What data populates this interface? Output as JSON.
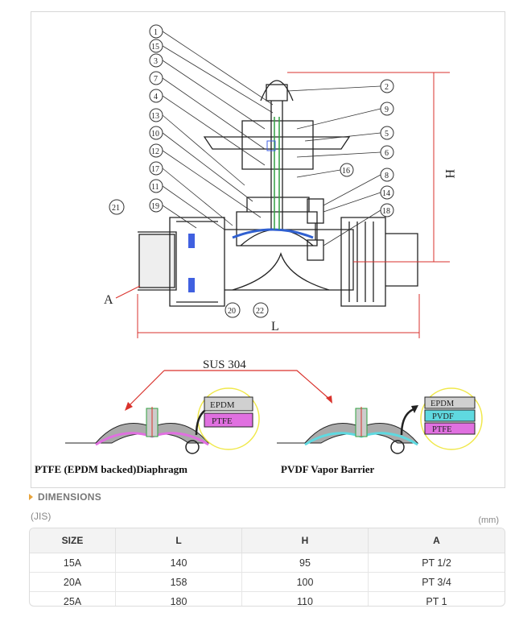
{
  "figure": {
    "part_numbers": [
      "1",
      "15",
      "3",
      "7",
      "4",
      "13",
      "10",
      "12",
      "17",
      "11",
      "19",
      "21",
      "2",
      "9",
      "5",
      "6",
      "16",
      "8",
      "14",
      "18",
      "20",
      "22"
    ],
    "dimension_labels": {
      "height": "H",
      "length": "L",
      "port": "A"
    },
    "material_label": "SUS 304",
    "left_caption": "PTFE (EPDM backed)Diaphragm",
    "right_caption": "PVDF Vapor Barrier",
    "left_layers": [
      "EPDM",
      "PTFE"
    ],
    "right_layers": [
      "EPDM",
      "PVDF",
      "PTFE"
    ]
  },
  "section_title": "DIMENSIONS",
  "standard": "(JIS)",
  "unit": "(mm)",
  "table": {
    "headers": [
      "SIZE",
      "L",
      "H",
      "A"
    ],
    "rows": [
      [
        "15A",
        "140",
        "95",
        "PT 1/2"
      ],
      [
        "20A",
        "158",
        "100",
        "PT 3/4"
      ],
      [
        "25A",
        "180",
        "110",
        "PT 1"
      ]
    ]
  },
  "colors": {
    "accent": "#e8a33b",
    "arrow": "#d9322c",
    "epdm": "#d0d0d0",
    "ptfe": "#e070e0",
    "pvdf": "#5fd9e0",
    "zoom_circle": "#f0e84a"
  }
}
